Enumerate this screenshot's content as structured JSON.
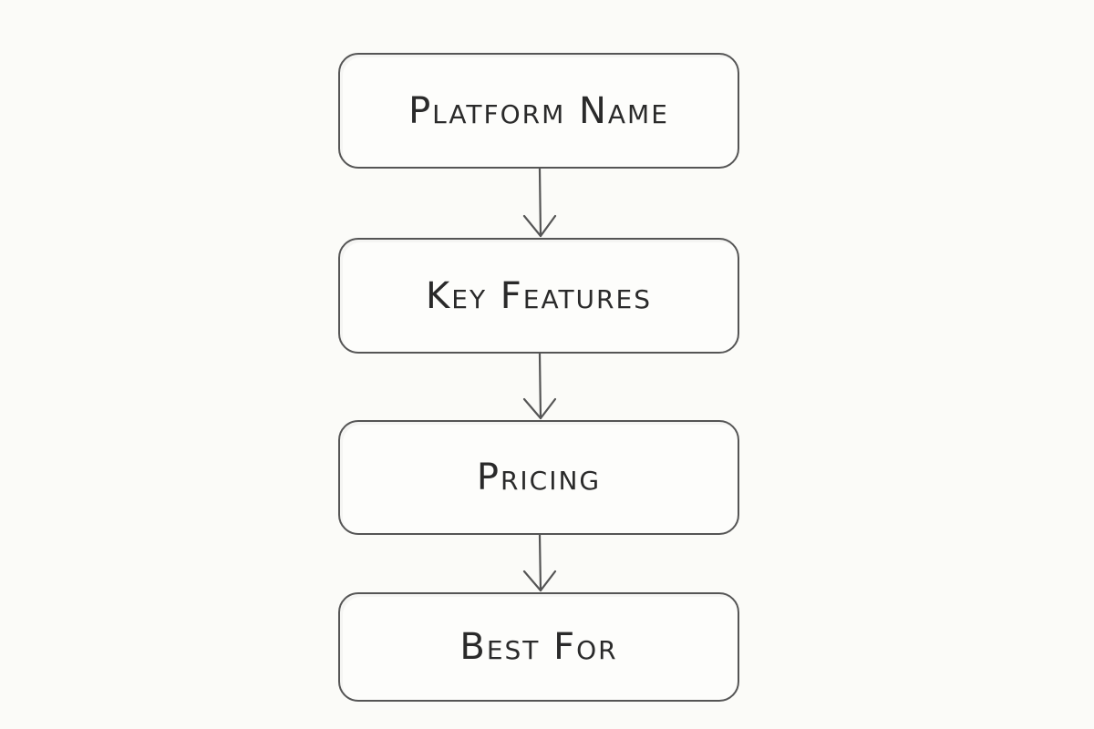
{
  "diagram": {
    "type": "vertical-flowchart",
    "nodes": [
      {
        "id": "platform-name",
        "label": "Platform Name"
      },
      {
        "id": "key-features",
        "label": "Key Features"
      },
      {
        "id": "pricing",
        "label": "Pricing"
      },
      {
        "id": "best-for",
        "label": "Best For"
      }
    ],
    "edges": [
      {
        "from": "platform-name",
        "to": "key-features"
      },
      {
        "from": "key-features",
        "to": "pricing"
      },
      {
        "from": "pricing",
        "to": "best-for"
      }
    ],
    "colors": {
      "background": "#fbfbf8",
      "stroke": "#555555",
      "text": "#2a2a2a"
    }
  }
}
